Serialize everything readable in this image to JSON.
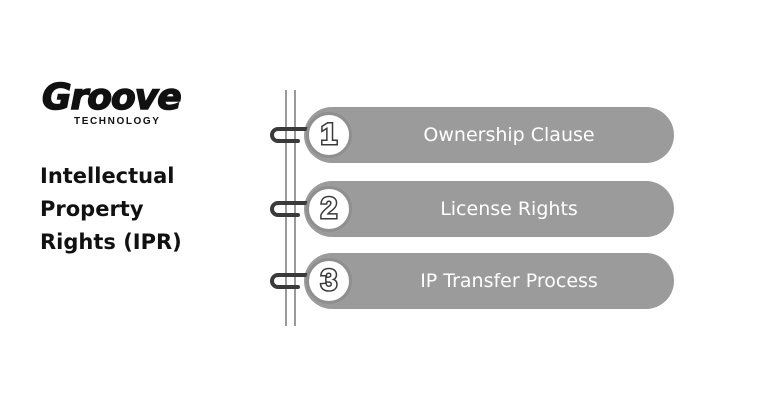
{
  "logo": {
    "wordmark": "Groove",
    "subtext": "TECHNOLOGY"
  },
  "heading": {
    "lines": [
      "Intellectual",
      "Property",
      "Rights (IPR)"
    ]
  },
  "steps": [
    {
      "number": "1",
      "label": "Ownership Clause"
    },
    {
      "number": "2",
      "label": "License Rights"
    },
    {
      "number": "3",
      "label": "IP Transfer Process"
    }
  ],
  "colors": {
    "pill": "#9b9b9b",
    "text": "#111111",
    "ring": "#3a3a3a"
  }
}
